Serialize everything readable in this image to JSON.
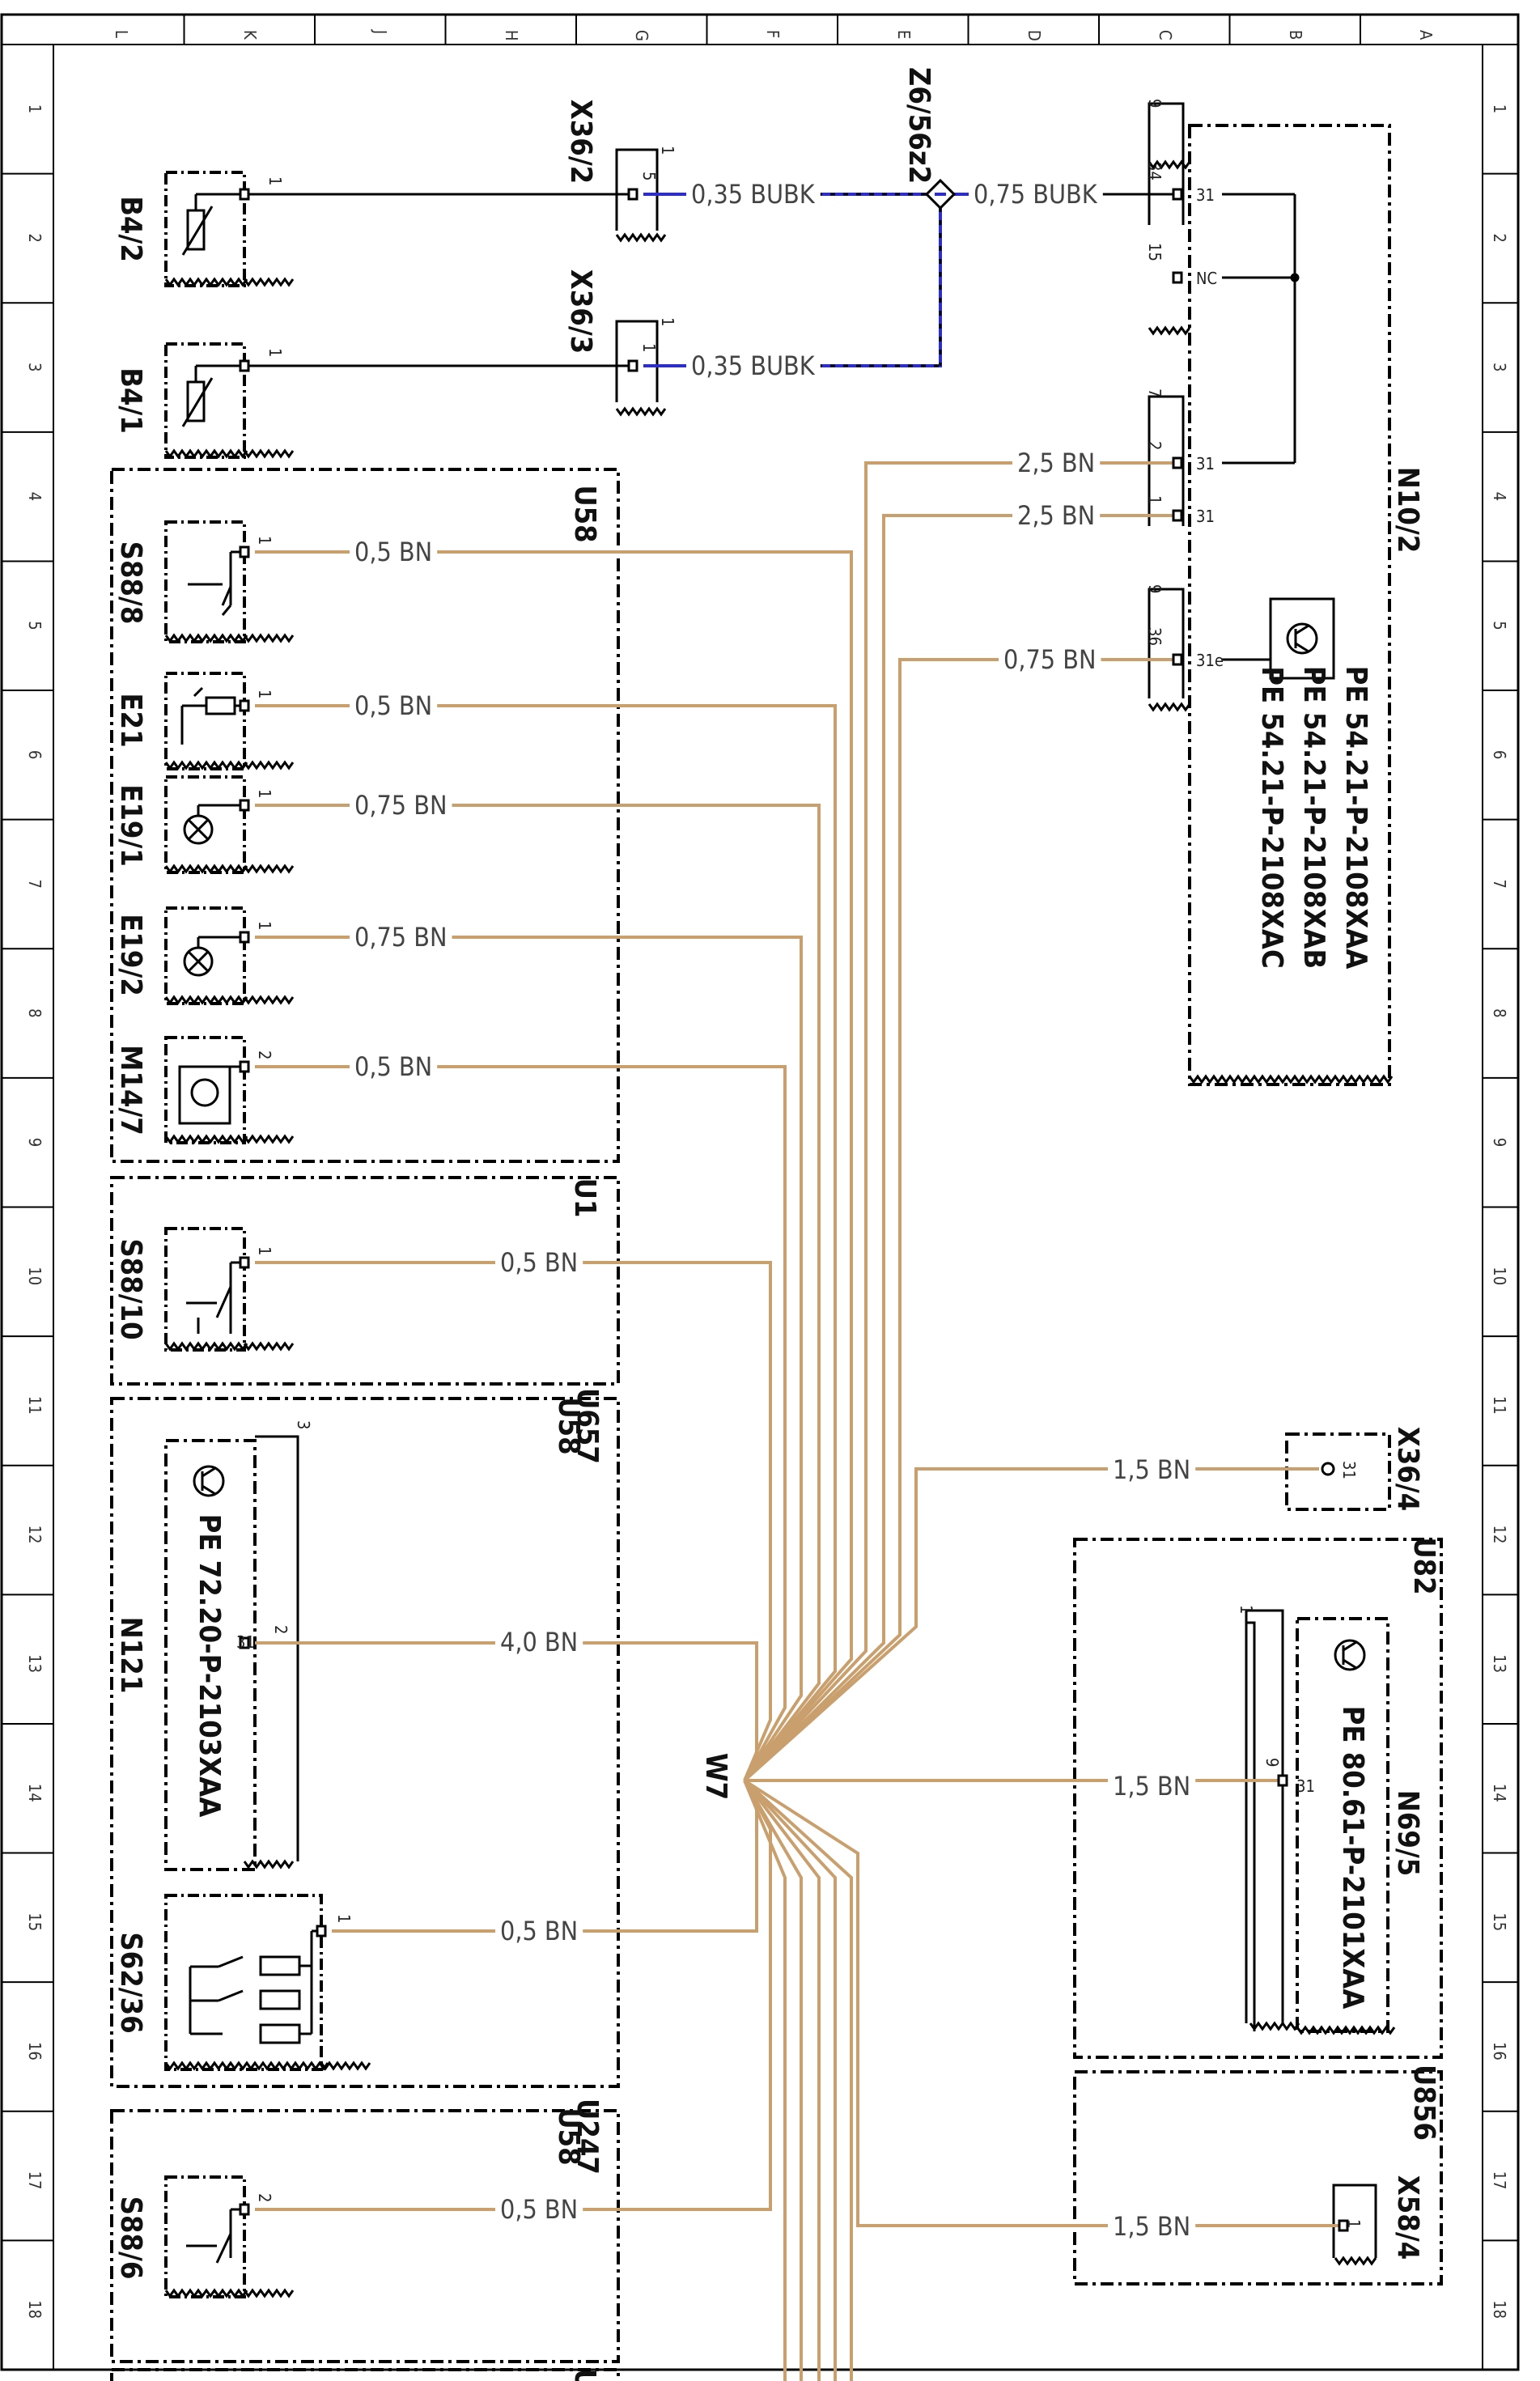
{
  "diagram": {
    "colors": {
      "ground": "#c9a06d",
      "can": "#2d2dc8",
      "wire": "#000000"
    },
    "grid": {
      "columns": [
        "L",
        "K",
        "J",
        "H",
        "G",
        "F",
        "E",
        "D",
        "C",
        "B",
        "A"
      ],
      "rows": [
        "1",
        "2",
        "3",
        "4",
        "5",
        "6",
        "7",
        "8",
        "9",
        "10",
        "11",
        "12",
        "13",
        "14",
        "15",
        "16",
        "17",
        "18"
      ]
    },
    "components": {
      "b42": "B4/2",
      "b41": "B4/1",
      "s888": "S88/8",
      "e21": "E21",
      "e191": "E19/1",
      "e192": "E19/2",
      "m147": "M14/7",
      "s8810": "S88/10",
      "n121": "N121",
      "s6236": "S62/36",
      "s886": "S88/6",
      "n102": "N10/2",
      "n695": "N69/5",
      "x362": "X36/2",
      "x363": "X36/3",
      "x364": "X36/4",
      "x584": "X58/4",
      "z6": "Z6/56z2",
      "w7": "W7"
    },
    "groups": {
      "u58a": "U58",
      "u1": "U1",
      "u657": "U657",
      "u58b": "U58",
      "u247": "U247",
      "u58c": "U58",
      "u82": "U82",
      "u856": "U856",
      "ucut": "U"
    },
    "pe_refs": {
      "n102_1": "PE 54.21-P-2108XAA",
      "n102_2": "PE 54.21-P-2108XAB",
      "n102_3": "PE 54.21-P-2108XAC",
      "n121": "PE 72.20-P-2103XAA",
      "n695": "PE 80.61-P-2101XAA"
    },
    "wires": {
      "b42": "0,35 BUBK",
      "b41": "0,35 BUBK",
      "n10_can": "0,75 BUBK",
      "n10_gnd1": "2,5 BN",
      "n10_gnd2": "2,5 BN",
      "n10_36": "0,75 BN",
      "s888": "0,5 BN",
      "e21": "0,5 BN",
      "e191": "0,75 BN",
      "e192": "0,75 BN",
      "m147": "0,5 BN",
      "s8810": "0,5 BN",
      "n121": "4,0 BN",
      "s6236": "0,5 BN",
      "s886": "0,5 BN",
      "x364": "1,5 BN",
      "n695": "1,5 BN",
      "x584": "1,5 BN"
    },
    "pins": {
      "x362_hdr": "1",
      "x362": "5",
      "x363_hdr": "1",
      "x363": "1",
      "b42": "1",
      "b41": "1",
      "n10_9a": "9",
      "n10_34": "34",
      "n10_15": "15",
      "n10_7": "7",
      "n10_2": "2",
      "n10_1": "1",
      "n10_9b": "9",
      "n10_36": "36",
      "n10_31a": "31",
      "n10_nc": "NC",
      "n10_31b": "31",
      "n10_31c": "31",
      "n10_31e": "31e",
      "s888": "1",
      "e21": "1",
      "e191": "1",
      "e192": "1",
      "m147": "2",
      "s8810": "1",
      "n121_3": "3",
      "n121_31": "31",
      "n121_2": "2",
      "s6236": "1",
      "s886": "2",
      "x364": "31",
      "n695_1": "1",
      "n695_31": "31",
      "n695_9": "9",
      "x584": "1"
    }
  }
}
